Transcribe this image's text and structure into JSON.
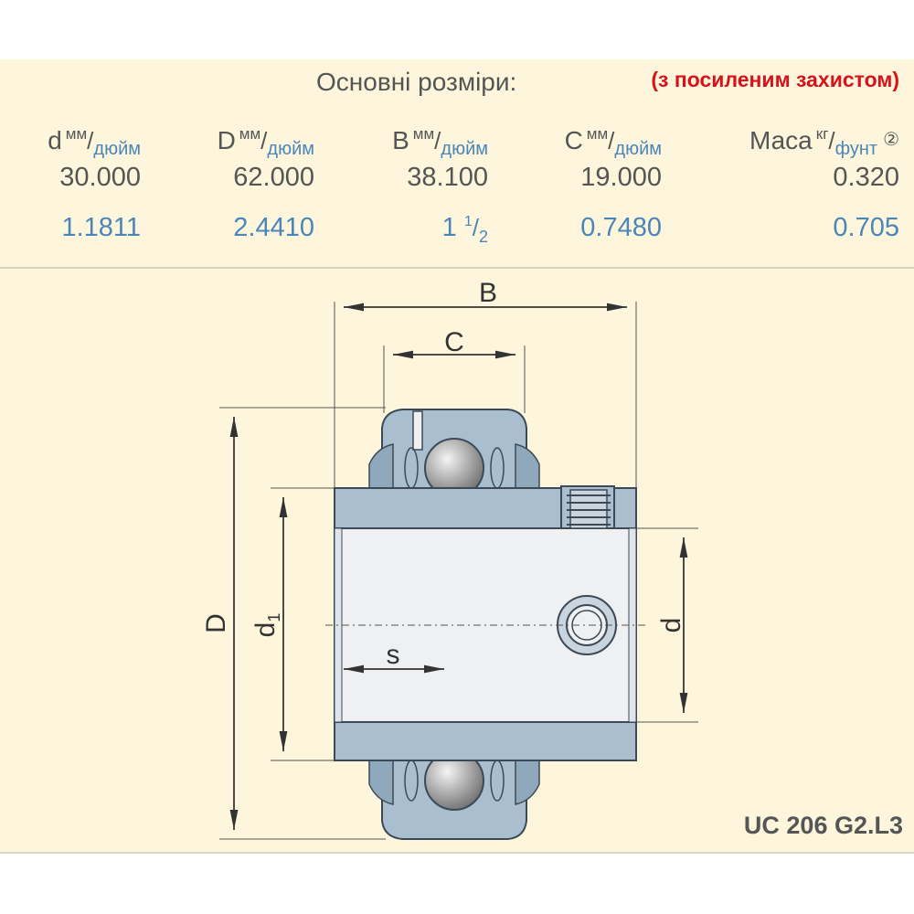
{
  "header": {
    "title": "Основні розміри:",
    "subtitle": "(з посиленим захистом)"
  },
  "columns": [
    {
      "symbol": "d",
      "unit_top": "мм",
      "slash": "/",
      "unit_bottom": "дюйм",
      "mm": "30.000",
      "inch": "1.1811"
    },
    {
      "symbol": "D",
      "unit_top": "мм",
      "slash": "/",
      "unit_bottom": "дюйм",
      "mm": "62.000",
      "inch": "2.4410"
    },
    {
      "symbol": "B",
      "unit_top": "мм",
      "slash": "/",
      "unit_bottom": "дюйм",
      "mm": "38.100",
      "inch_whole": "1",
      "inch_num": "1",
      "inch_slash": "/",
      "inch_den": "2"
    },
    {
      "symbol": "C",
      "unit_top": "мм",
      "slash": "/",
      "unit_bottom": "дюйм",
      "mm": "19.000",
      "inch": "0.7480"
    },
    {
      "symbol": "Маса",
      "unit_top": "кг",
      "slash": "/",
      "unit_bottom": "фунт",
      "note": "②",
      "mm": "0.320",
      "inch": "0.705"
    }
  ],
  "diagram": {
    "labels": {
      "B": "B",
      "C": "C",
      "D": "D",
      "d1": "d",
      "d1_sub": "1",
      "d": "d",
      "s": "s"
    },
    "model": "UC 206 G2.L3",
    "colors": {
      "ring": "#a9bfcf",
      "ring_stroke": "#3d4a55",
      "bore": "#eef0f2",
      "ball": "#a7a7a7",
      "panel": "#fdf6dc",
      "inch_text": "#4a86b8",
      "accent_red": "#d9121a"
    }
  }
}
